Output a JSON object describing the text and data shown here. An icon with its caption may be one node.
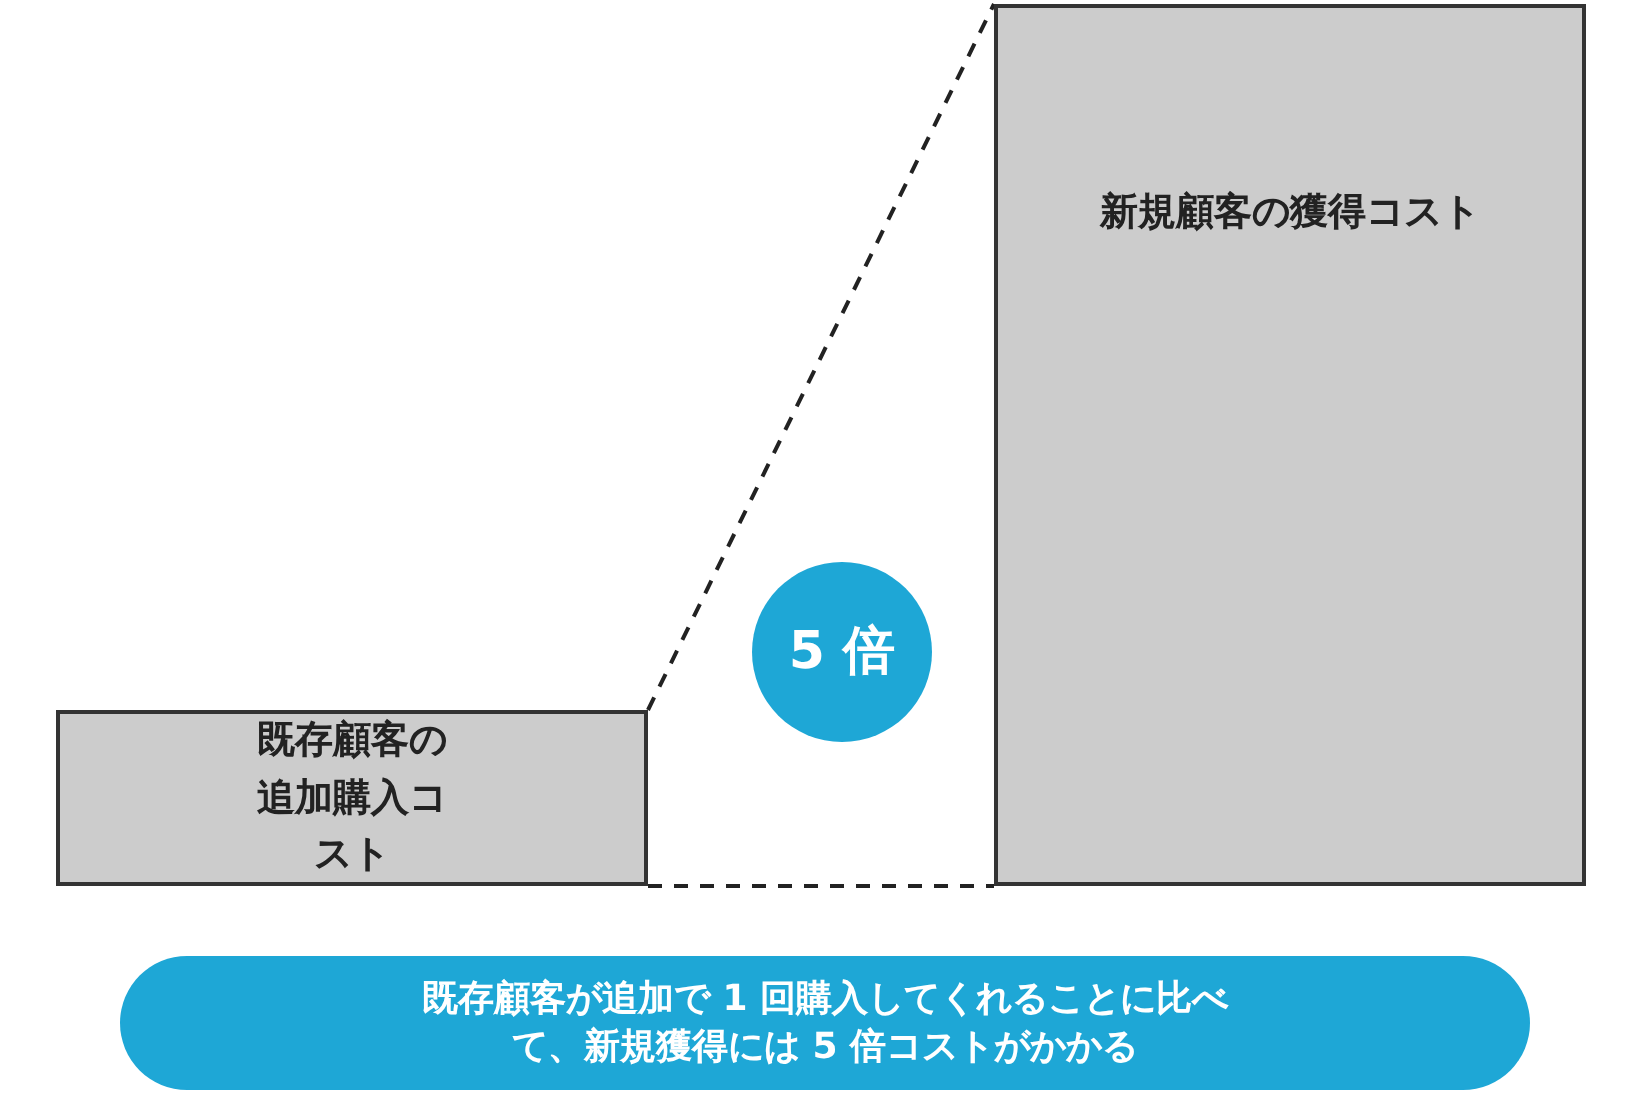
{
  "diagram": {
    "nodes": [
      {
        "text": [
          "既存顧客の追加購入コスト"
        ]
      },
      {
        "text": [
          "新規顧客の獲得コスト"
        ]
      },
      {
        "text": [
          "5 倍"
        ]
      },
      {
        "text": [
          "既存顧客が追加で 1 回購入してくれることに比べて、新規獲得には 5 倍コストがかかる"
        ]
      }
    ],
    "edges": [
      {
        "from": 0,
        "to": 1,
        "arrow": "none",
        "style": "dashed"
      },
      {
        "from": 0,
        "to": 1,
        "arrow": "none",
        "style": "dashed"
      }
    ]
  }
}
